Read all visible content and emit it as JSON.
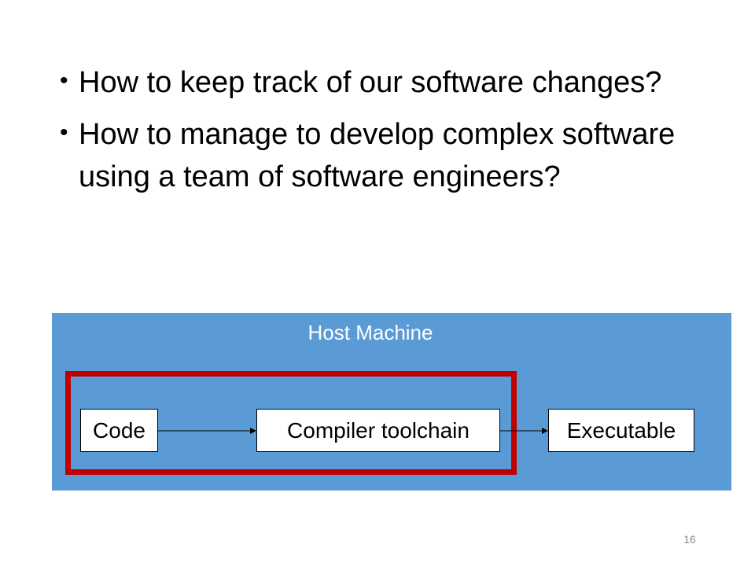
{
  "bullets": [
    {
      "text": "How to keep track of our software changes?"
    },
    {
      "text": "How to manage to develop complex software using a team of software engineers?"
    }
  ],
  "diagram": {
    "container_label": "Host Machine",
    "nodes": [
      {
        "label": "Code"
      },
      {
        "label": "Compiler toolchain"
      },
      {
        "label": "Executable"
      }
    ],
    "colors": {
      "container_fill": "#5b9bd5",
      "highlight_border": "#c00000",
      "node_fill": "#ffffff"
    }
  },
  "footer": {
    "page_number": "16"
  }
}
